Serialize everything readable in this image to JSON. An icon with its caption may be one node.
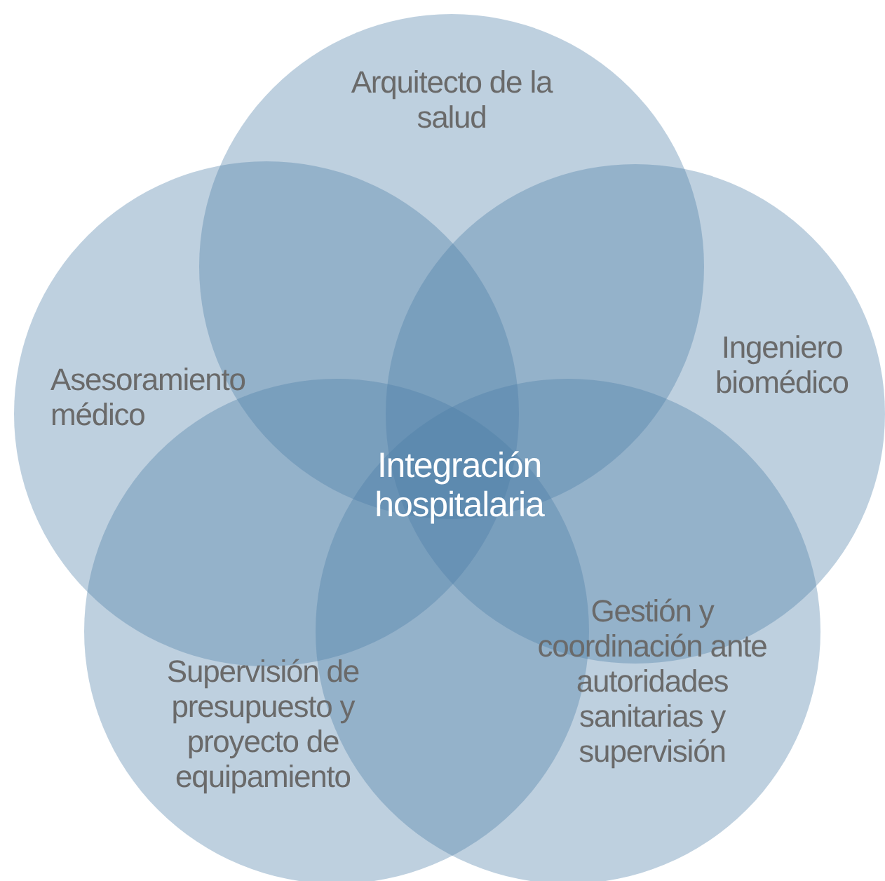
{
  "diagram": {
    "nodes": [
      {
        "text": [
          "Arquitecto de la salud"
        ]
      },
      {
        "text": [
          "Asesoramiento médico"
        ]
      },
      {
        "text": [
          "Ingeniero biomédico"
        ]
      },
      {
        "text": [
          "Supervisión de presupuesto y proyecto de equipamiento"
        ]
      },
      {
        "text": [
          "Gestión y coordinación ante autoridades sanitarias y supervisión"
        ]
      }
    ],
    "edges": [],
    "labels": [
      "Integración hospitalaria"
    ]
  }
}
